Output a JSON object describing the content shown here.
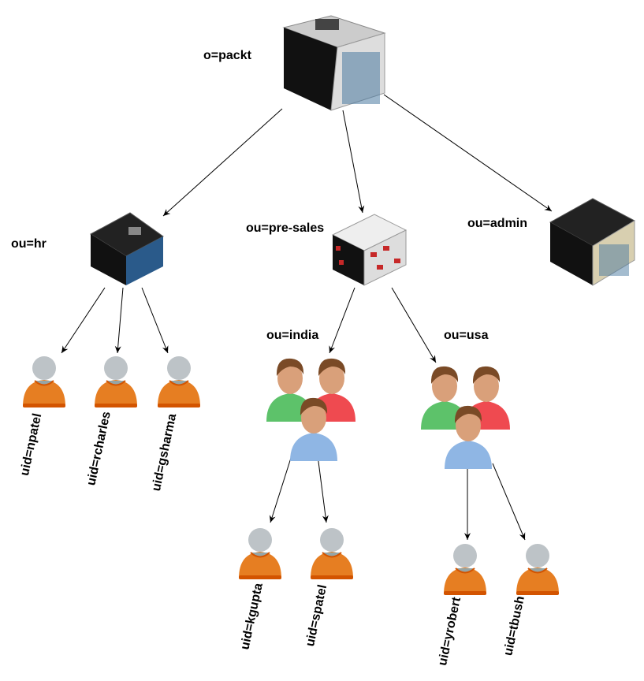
{
  "root": {
    "label": "o=packt",
    "icon": "office-building-icon"
  },
  "units": [
    {
      "label": "ou=hr",
      "icon": "building-icon"
    },
    {
      "label": "ou=pre-sales",
      "icon": "building-icon"
    },
    {
      "label": "ou=admin",
      "icon": "building-icon"
    }
  ],
  "subunits": [
    {
      "label": "ou=india",
      "icon": "user-group-icon"
    },
    {
      "label": "ou=usa",
      "icon": "user-group-icon"
    }
  ],
  "users": [
    {
      "label": "uid=npatel"
    },
    {
      "label": "uid=rcharles"
    },
    {
      "label": "uid=gsharma"
    },
    {
      "label": "uid=kgupta"
    },
    {
      "label": "uid=spatel"
    },
    {
      "label": "uid=yrobert"
    },
    {
      "label": "uid=tbush"
    }
  ],
  "colors": {
    "user_body": "#e67e22",
    "user_head": "#bdc3c7",
    "building_dark": "#1a1a1a"
  }
}
